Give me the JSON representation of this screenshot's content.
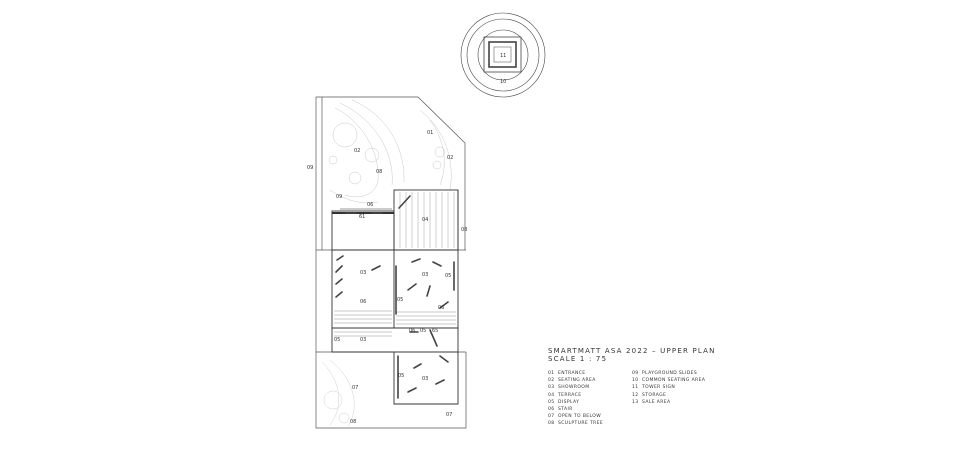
{
  "plan": {
    "title": "SMARTMATT ASA 2022 – UPPER PLAN",
    "scale": "SCALE 1 : 75",
    "legend": [
      {
        "num": "01",
        "label": "ENTRANCE"
      },
      {
        "num": "02",
        "label": "SEATING AREA"
      },
      {
        "num": "03",
        "label": "SHOWROOM"
      },
      {
        "num": "04",
        "label": "TERRACE"
      },
      {
        "num": "05",
        "label": "DISPLAY"
      },
      {
        "num": "06",
        "label": "STAIR"
      },
      {
        "num": "07",
        "label": "OPEN TO BELOW"
      },
      {
        "num": "08",
        "label": "SCULPTURE TREE"
      },
      {
        "num": "09",
        "label": "PLAYGROUND SLIDES"
      },
      {
        "num": "10",
        "label": "COMMON SEATING AREA"
      },
      {
        "num": "11",
        "label": "TOWER SIGN"
      },
      {
        "num": "12",
        "label": "STORAGE"
      },
      {
        "num": "13",
        "label": "SALE AREA"
      }
    ],
    "tags": {
      "t11": "11",
      "t10": "10",
      "t01": "01",
      "t02": "02",
      "t02b": "02",
      "t08a": "08",
      "t09a": "09",
      "t09b": "09",
      "t06a": "06",
      "t61": "61",
      "t04": "04",
      "t08b": "08",
      "t03a": "03",
      "t03b": "03",
      "t05a": "05",
      "t06b": "06",
      "t05b": "05",
      "t06c": "06",
      "t06d": "06",
      "t05c": "05",
      "t65": "65",
      "t05d": "05",
      "t03c": "03",
      "t05e": "05",
      "t03d": "03",
      "t07a": "07",
      "t07b": "07",
      "t08c": "08"
    }
  }
}
